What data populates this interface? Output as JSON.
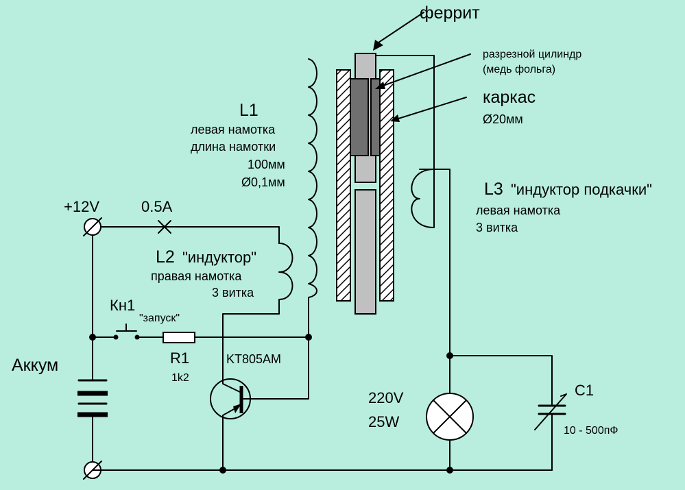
{
  "colors": {
    "background": "#b9eedf",
    "ferrite": "#c0c0c0",
    "foil": "#707070",
    "ink": "#000000"
  },
  "labels": {
    "ferrite": "феррит",
    "cylinder_line1": "разрезной цилиндр",
    "cylinder_line2": "(медь фольга)",
    "frame_title": "каркас",
    "frame_diameter": "Ø20мм",
    "l1_title": "L1",
    "l1_line1": "левая намотка",
    "l1_line2": "длина намотки",
    "l1_line3": "100мм",
    "l1_line4": "Ø0,1мм",
    "l3_name": "L3",
    "l3_title": "\"индуктор подкачки\"",
    "l3_line1": "левая намотка",
    "l3_line2": "3 витка",
    "voltage": "+12V",
    "fuse": "0.5A",
    "l2_name": "L2",
    "l2_title": "\"индуктор\"",
    "l2_line1": "правая  намотка",
    "l2_line2": "3 витка",
    "button": "Кн1",
    "button_note": "\"запуск\"",
    "r1": "R1",
    "r1_value": "1k2",
    "transistor": "KT805AM",
    "battery": "Аккум",
    "lamp_voltage": "220V",
    "lamp_power": "25W",
    "c1": "C1",
    "c1_value": "10 - 500пФ"
  }
}
